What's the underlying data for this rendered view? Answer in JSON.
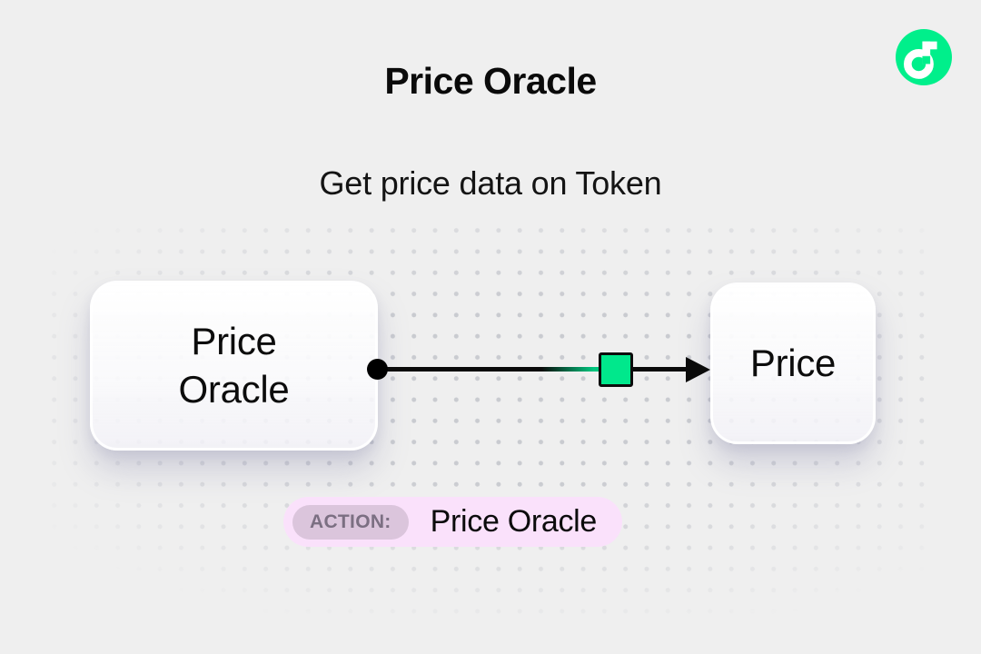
{
  "header": {
    "title": "Price Oracle",
    "subtitle": "Get price data on Token"
  },
  "logo": {
    "icon": "flow-logo-icon",
    "color": "#00EF8B"
  },
  "diagram": {
    "source_node": {
      "label": "Price Oracle"
    },
    "target_node": {
      "label": "Price"
    },
    "connector": {
      "start_marker": "filled-circle",
      "mid_marker": "green-square",
      "end_marker": "arrowhead",
      "marker_color": "#00E88C",
      "line_color": "#0A0A0A"
    }
  },
  "action_badge": {
    "label": "ACTION:",
    "value": "Price Oracle"
  },
  "colors": {
    "flow-green": "#00EF8B",
    "marker-green": "#00E88C",
    "badge-pink": "#FAE1FB",
    "badge-label-bg": "#DBC5DC",
    "badge-label-text": "#7B6F82",
    "bg": "#EFEFEF"
  }
}
